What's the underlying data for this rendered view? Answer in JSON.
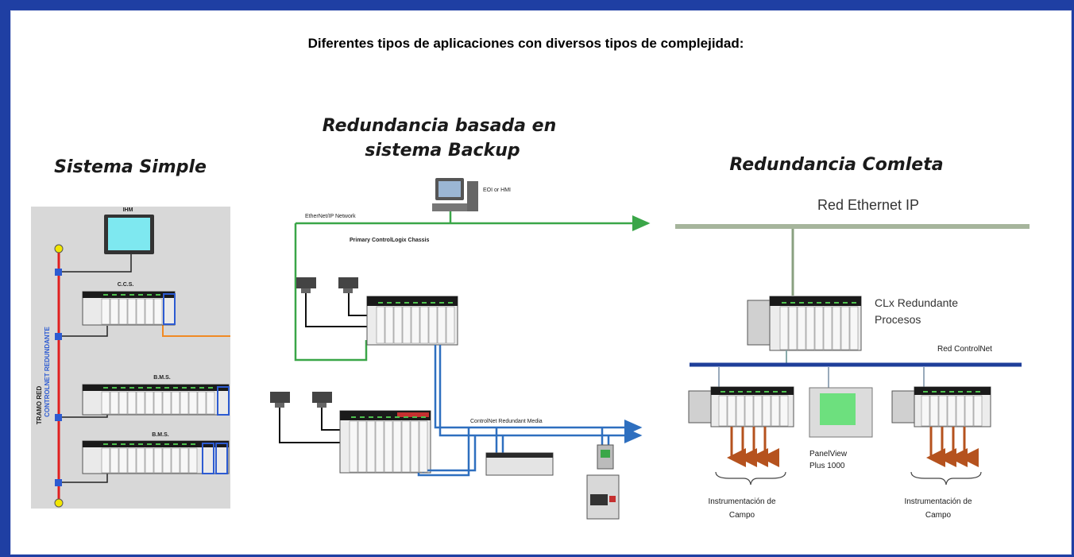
{
  "title": "Diferentes tipos de aplicaciones con diversos tipos de complejidad:",
  "sections": {
    "simple": "Sistema Simple",
    "backup_line1": "Redundancia basada en",
    "backup_line2": "sistema Backup",
    "complete": "Redundancia Comleta"
  },
  "simple_panel": {
    "ihm": "IHM",
    "ccs": "C.C.S.",
    "bms1": "B.M.S.",
    "bms2": "B.M.S.",
    "vertical_line1": "TRAMO RED",
    "vertical_line2": "CONTROLNET REDUNDANTE"
  },
  "backup_panel": {
    "workstation": "EOI or HMI",
    "ethernet": "EtherNet/IP   Network",
    "primary": "Primary ControlLogix Chassis",
    "controlnet": "ControlNet Redundant Media"
  },
  "complete_panel": {
    "ethernet": "Red Ethernet IP",
    "clx_line1": "CLx Redundante",
    "clx_line2": "Procesos",
    "controlnet": "Red ControlNet",
    "panelview_line1": "PanelView",
    "panelview_line2": "Plus 1000",
    "instr_left_line1": "Instrumentación de",
    "instr_left_line2": "Campo",
    "instr_right_line1": "Instrumentación de",
    "instr_right_line2": "Campo"
  },
  "colors": {
    "frame": "#1f3fa3",
    "red_bus": "#e02020",
    "green_network": "#3aa648",
    "blue_media": "#2e6fbf",
    "orange_link": "#f08a24",
    "arrow_brown": "#b5521e"
  }
}
